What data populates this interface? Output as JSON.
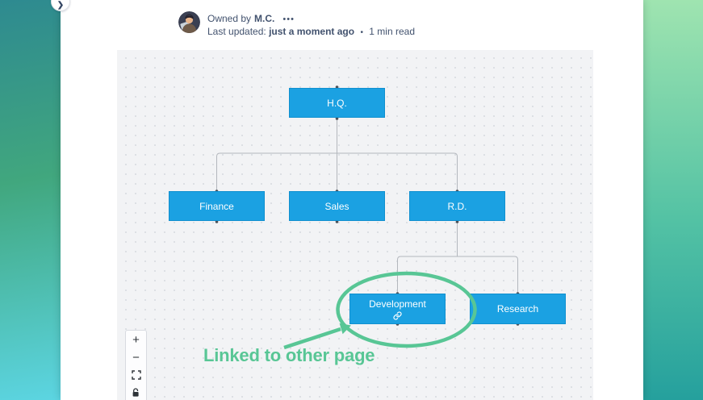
{
  "byline": {
    "owned_by_prefix": "Owned by",
    "owner_name": "M.C.",
    "more_actions": "•••",
    "last_updated_prefix": "Last updated:",
    "last_updated_value": "just a moment ago",
    "dot_separator": "•",
    "read_time": "1 min read"
  },
  "diagram": {
    "type": "org-chart",
    "nodes": [
      {
        "id": "hq",
        "label": "H.Q."
      },
      {
        "id": "finance",
        "label": "Finance"
      },
      {
        "id": "sales",
        "label": "Sales"
      },
      {
        "id": "rd",
        "label": "R.D."
      },
      {
        "id": "development",
        "label": "Development",
        "linked": true
      },
      {
        "id": "research",
        "label": "Research"
      }
    ],
    "edges": [
      [
        "hq",
        "finance"
      ],
      [
        "hq",
        "sales"
      ],
      [
        "hq",
        "rd"
      ],
      [
        "rd",
        "development"
      ],
      [
        "rd",
        "research"
      ]
    ],
    "annotation": {
      "label": "Linked to other page",
      "target": "development"
    },
    "colors": {
      "node_fill": "#1ba1e2",
      "node_text": "#ffffff",
      "connector": "#b3b7bd",
      "annotation_green": "#58c695",
      "canvas_bg": "#f2f3f5"
    }
  },
  "zoom_toolbar": {
    "zoom_in": "+",
    "zoom_out": "−"
  }
}
